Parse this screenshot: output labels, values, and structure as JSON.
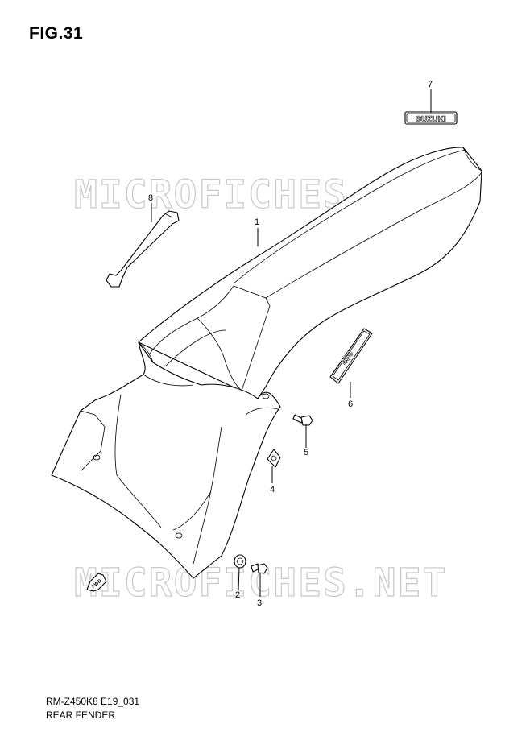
{
  "figure": {
    "title": "FIG.31",
    "code": "RM-Z450K8 E19_031",
    "name": "REAR FENDER"
  },
  "watermark": {
    "text": "MICROFICHES.NET"
  },
  "parts": [
    {
      "ref": "1"
    },
    {
      "ref": "2"
    },
    {
      "ref": "3"
    },
    {
      "ref": "4"
    },
    {
      "ref": "5"
    },
    {
      "ref": "6"
    },
    {
      "ref": "7"
    },
    {
      "ref": "8"
    }
  ],
  "emblems": {
    "suzuki": "SUZUKI",
    "model": "450",
    "fwd": "FWD"
  },
  "colors": {
    "line": "#000000",
    "watermark": "#c8c8c8",
    "background": "#ffffff"
  }
}
